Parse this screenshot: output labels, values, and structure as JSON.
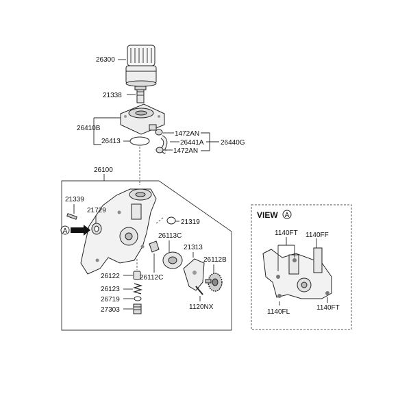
{
  "labels": {
    "oil_filter": "26300",
    "filter_stud": "21338",
    "filter_housing": "26410B",
    "housing_gasket": "26413",
    "hose_clamp_upper": "1472AN",
    "hose": "26441A",
    "hose_clamp_lower": "1472AN",
    "hose_assembly": "26440G",
    "oil_pump_assembly": "26100",
    "dowel_pin": "21339",
    "front_seal": "21729",
    "oring": "21319",
    "inner_rotor": "26113C",
    "outer_rotor": "26112C",
    "pump_cover": "21313",
    "sprocket": "26112B",
    "relief_plunger": "26122",
    "relief_spring": "26123",
    "relief_washer": "26719",
    "relief_plug": "27303",
    "cover_bolt": "1120NX"
  },
  "view_marker": "A",
  "view_box": {
    "title": "VIEW",
    "marker": "A",
    "bolt_top_left": "1140FT",
    "bolt_top_right": "1140FF",
    "bolt_bottom_left": "1140FL",
    "bolt_bottom_right": "1140FT"
  }
}
